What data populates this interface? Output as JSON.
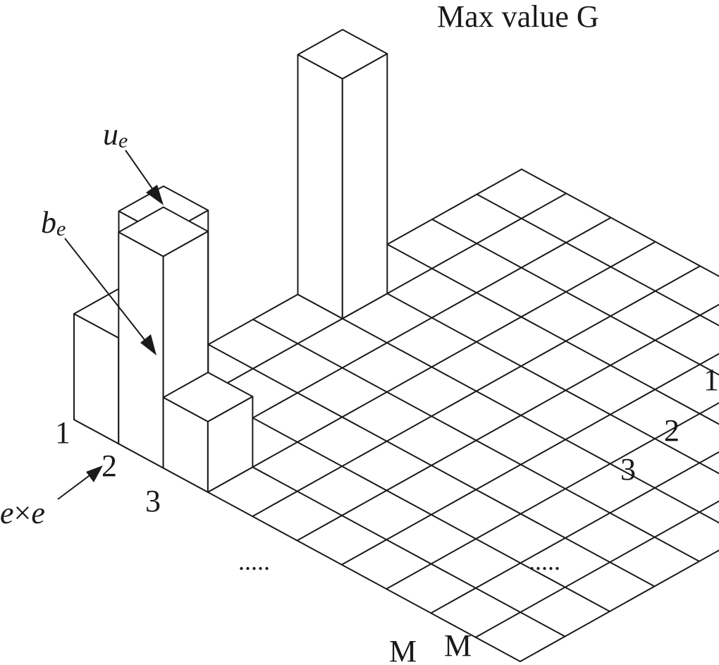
{
  "title": "Max value G",
  "labels": {
    "top_cell": "u",
    "top_cell_sub": "e",
    "base_cell": "b",
    "base_cell_sub": "e",
    "cell_size_e1": "e",
    "cell_size_times": "×",
    "cell_size_e2": "e"
  },
  "left_axis": {
    "ticks": [
      "1",
      "2",
      "3"
    ],
    "last": "M",
    "ellipsis": "....."
  },
  "right_axis": {
    "ticks": [
      "1",
      "2",
      "3"
    ],
    "last": "M",
    "ellipsis": "....."
  },
  "colors": {
    "stroke": "#1a1a1a",
    "face": "#ffffff"
  }
}
